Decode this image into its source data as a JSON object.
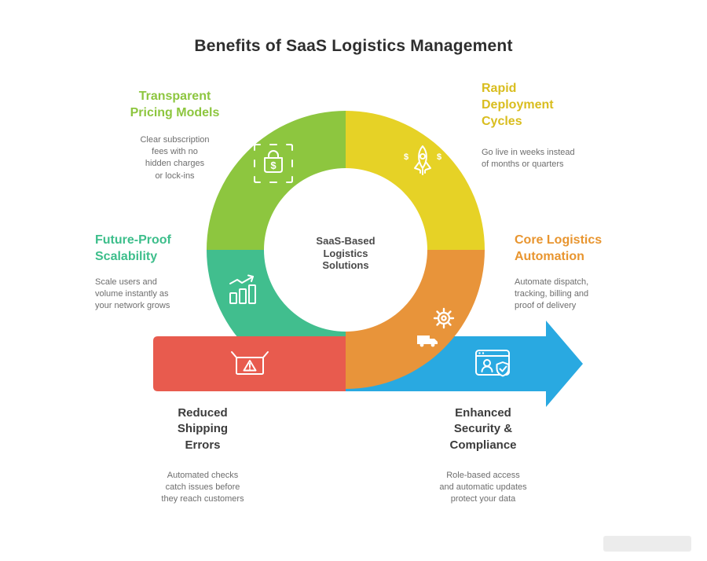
{
  "title": "Benefits of SaaS Logistics Management",
  "center": {
    "lines": [
      "SaaS-Based",
      "Logistics",
      "Solutions"
    ]
  },
  "colors": {
    "green": "#8dc63f",
    "yellow": "#e6d226",
    "orange": "#e8943a",
    "teal": "#41be8e",
    "red": "#e85b4e",
    "blue": "#29a9e1",
    "heading_dark": "#3c3c3c",
    "body_gray": "#6e6e6e"
  },
  "sections": {
    "pricing": {
      "heading": [
        "Transparent",
        "Pricing Models"
      ],
      "body": [
        "Clear subscription",
        "fees with no",
        "hidden charges",
        "or lock-ins"
      ],
      "icon": "price-bag-icon"
    },
    "deployment": {
      "heading": [
        "Rapid",
        "Deployment",
        "Cycles"
      ],
      "body": [
        "Go live in weeks instead",
        "of months or quarters"
      ],
      "icon": "rocket-icon"
    },
    "automation": {
      "heading": [
        "Core Logistics",
        "Automation"
      ],
      "body": [
        "Automate dispatch,",
        "tracking, billing and",
        "proof of delivery"
      ],
      "icon": "gear-icon"
    },
    "scalability": {
      "heading": [
        "Future-Proof",
        "Scalability"
      ],
      "body": [
        "Scale users and",
        "volume instantly as",
        "your network grows"
      ],
      "icon": "growth-chart-icon"
    },
    "errors": {
      "heading": [
        "Reduced",
        "Shipping",
        "Errors"
      ],
      "body": [
        "Automated checks",
        "catch issues before",
        "they reach customers"
      ],
      "icon": "box-warning-icon"
    },
    "security": {
      "heading": [
        "Enhanced",
        "Security &",
        "Compliance"
      ],
      "body": [
        "Role-based access",
        "and automatic updates",
        "protect your data"
      ],
      "icon": "browser-shield-icon"
    }
  },
  "watermark": {
    "text": ""
  }
}
